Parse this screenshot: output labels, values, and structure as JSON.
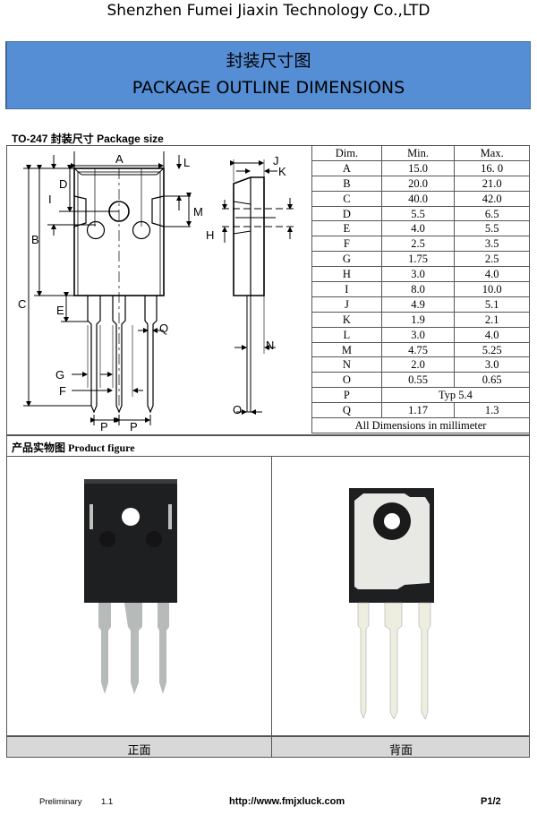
{
  "header": {
    "company": "Shenzhen Fumei Jiaxin Technology Co.,LTD",
    "banner_cn": "封装尺寸图",
    "banner_en": "PACKAGE OUTLINE DIMENSIONS",
    "banner_color": "#558ed5"
  },
  "package": {
    "section_title": "TO-247  封装尺寸 Package size",
    "drawing_labels": [
      "A",
      "B",
      "C",
      "D",
      "E",
      "F",
      "G",
      "H",
      "I",
      "J",
      "K",
      "L",
      "M",
      "N",
      "O",
      "P",
      "P",
      "Q"
    ],
    "table": {
      "headers": [
        "Dim.",
        "Min.",
        "Max."
      ],
      "rows": [
        {
          "dim": "A",
          "min": "15.0",
          "max": "16. 0"
        },
        {
          "dim": "B",
          "min": "20.0",
          "max": "21.0"
        },
        {
          "dim": "C",
          "min": "40.0",
          "max": "42.0"
        },
        {
          "dim": "D",
          "min": "5.5",
          "max": "6.5"
        },
        {
          "dim": "E",
          "min": "4.0",
          "max": "5.5"
        },
        {
          "dim": "F",
          "min": "2.5",
          "max": "3.5"
        },
        {
          "dim": "G",
          "min": "1.75",
          "max": "2.5"
        },
        {
          "dim": "H",
          "min": "3.0",
          "max": "4.0"
        },
        {
          "dim": "I",
          "min": "8.0",
          "max": "10.0"
        },
        {
          "dim": "J",
          "min": "4.9",
          "max": "5.1"
        },
        {
          "dim": "K",
          "min": "1.9",
          "max": "2.1"
        },
        {
          "dim": "L",
          "min": "3.0",
          "max": "4.0"
        },
        {
          "dim": "M",
          "min": "4.75",
          "max": "5.25"
        },
        {
          "dim": "N",
          "min": "2.0",
          "max": "3.0"
        },
        {
          "dim": "O",
          "min": "0.55",
          "max": "0.65"
        }
      ],
      "typ_row": {
        "dim": "P",
        "value": "Typ 5.4"
      },
      "last_row": {
        "dim": "Q",
        "min": "1.17",
        "max": "1.3"
      },
      "footnote": "All Dimensions in millimeter"
    }
  },
  "product": {
    "title": "产品实物图   Product figure",
    "front_caption": "正面",
    "back_caption": "背面"
  },
  "footer": {
    "status": "Preliminary",
    "version": "1.1",
    "url": "http://www.fmjxluck.com",
    "page": "P1/2"
  }
}
